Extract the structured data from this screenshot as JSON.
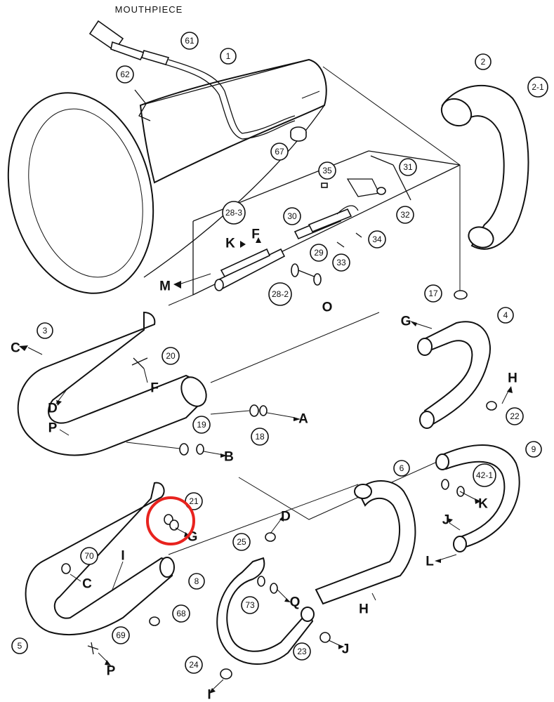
{
  "title_label": "MOUTHPIECE",
  "highlight_color": "#e8231e",
  "callouts": {
    "c1": "1",
    "c2": "2",
    "c2_1": "2-1",
    "c3": "3",
    "c4": "4",
    "c5": "5",
    "c6": "6",
    "c8": "8",
    "c9": "9",
    "c17": "17",
    "c18": "18",
    "c19": "19",
    "c20": "20",
    "c21": "21",
    "c22": "22",
    "c23": "23",
    "c24": "24",
    "c25": "25",
    "c28_2": "28-2",
    "c28_3": "28-3",
    "c29": "29",
    "c30": "30",
    "c31": "31",
    "c32": "32",
    "c33": "33",
    "c34": "34",
    "c35": "35",
    "c42_1": "42-1",
    "c61": "61",
    "c62": "62",
    "c67": "67",
    "c68": "68",
    "c69": "69",
    "c70": "70",
    "c73": "73"
  },
  "letters": {
    "m": "M",
    "k1": "K",
    "f1": "F",
    "o1": "O",
    "c_left": "C",
    "d": "D",
    "f2": "F",
    "p1": "P",
    "a": "A",
    "b": "B",
    "g_top": "G",
    "h_top": "H",
    "g_low": "G",
    "d2": "D",
    "q": "Q",
    "h_low": "H",
    "k2": "K",
    "j1": "J",
    "l": "L",
    "c_low": "C",
    "i1": "I",
    "p2": "P",
    "j2": "J",
    "i2": "I"
  }
}
